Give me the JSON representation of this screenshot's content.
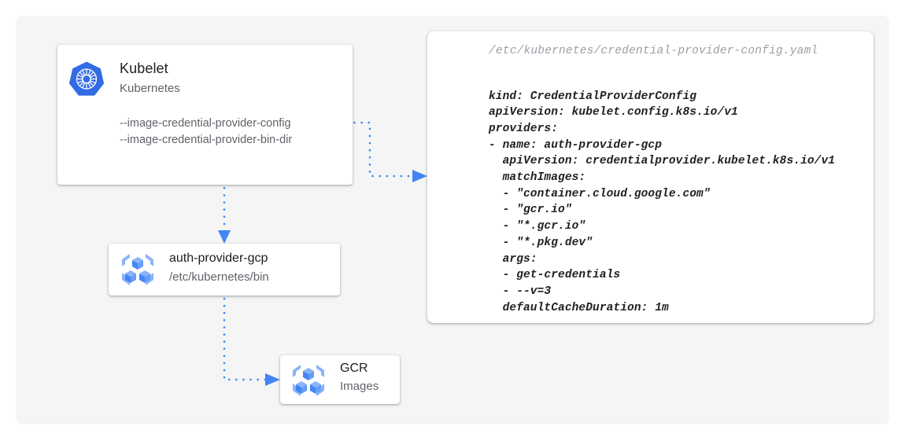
{
  "canvas": {
    "background": "#f5f5f5",
    "accent": "#4285f4"
  },
  "nodes": {
    "kubelet": {
      "icon": "kubernetes-logo",
      "title": "Kubelet",
      "subtitle": "Kubernetes",
      "flags": [
        "--image-credential-provider-config",
        "--image-credential-provider-bin-dir"
      ]
    },
    "provider": {
      "icon": "container-registry-icon",
      "title": "auth-provider-gcp",
      "subtitle": "/etc/kubernetes/bin"
    },
    "gcr": {
      "icon": "container-registry-icon",
      "title": "GCR",
      "subtitle": "Images"
    }
  },
  "yaml_panel": {
    "path": "/etc/kubernetes/credential-provider-config.yaml",
    "content": "kind: CredentialProviderConfig\napiVersion: kubelet.config.k8s.io/v1\nproviders:\n- name: auth-provider-gcp\n  apiVersion: credentialprovider.kubelet.k8s.io/v1\n  matchImages:\n  - \"container.cloud.google.com\"\n  - \"gcr.io\"\n  - \"*.gcr.io\"\n  - \"*.pkg.dev\"\n  args:\n  - get-credentials\n  - --v=3\n  defaultCacheDuration: 1m"
  },
  "connectors": [
    {
      "name": "kubelet-to-yaml",
      "from": "kubelet",
      "to": "yaml_panel",
      "style": "dotted",
      "color": "#4285f4"
    },
    {
      "name": "kubelet-to-provider",
      "from": "kubelet",
      "to": "provider",
      "style": "dotted",
      "color": "#4285f4"
    },
    {
      "name": "provider-to-gcr",
      "from": "provider",
      "to": "gcr",
      "style": "dotted",
      "color": "#4285f4"
    }
  ]
}
